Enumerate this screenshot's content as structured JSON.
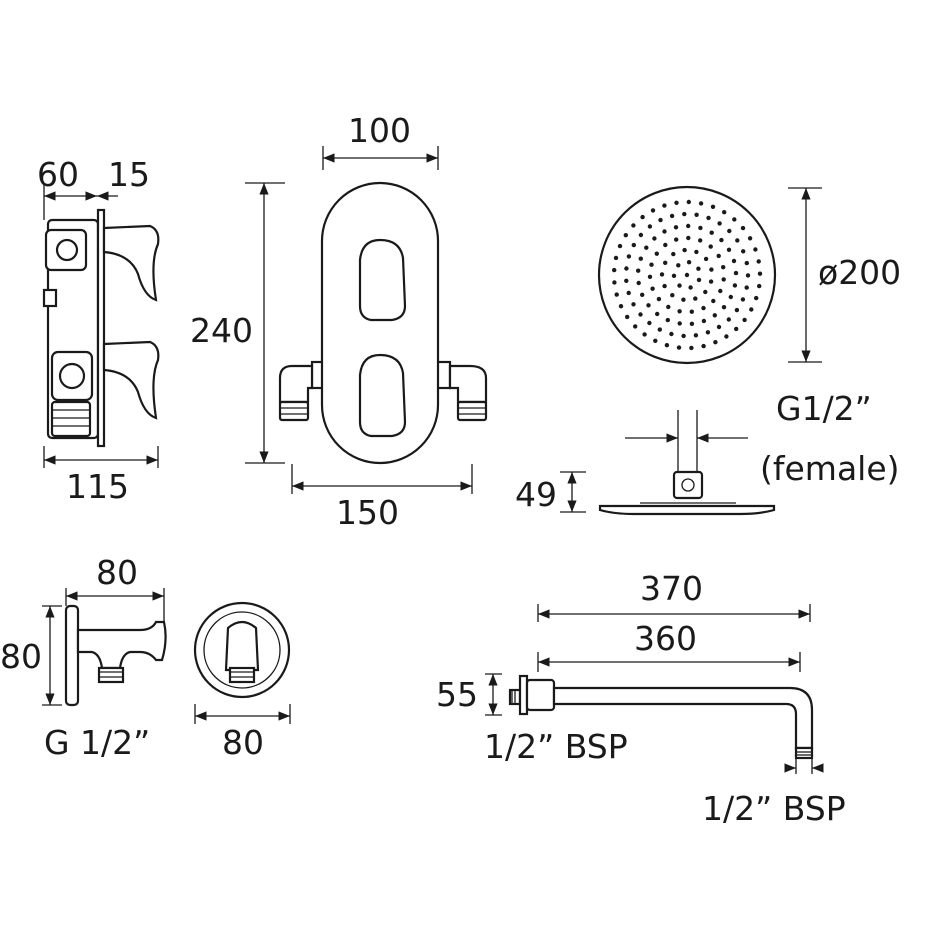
{
  "colors": {
    "ink": "#1a1a1a",
    "background": "#ffffff"
  },
  "valve": {
    "depth_60": "60",
    "plate_15": "15",
    "total_115": "115"
  },
  "faceplate": {
    "width": "100",
    "height": "240",
    "outer_width": "150"
  },
  "shower_head": {
    "diameter": "ø200",
    "inlet_line1": "G1/2”",
    "inlet_line2": "(female)",
    "height": "49"
  },
  "outlet_elbow": {
    "width": "80",
    "height": "80",
    "thread": "G 1/2”",
    "rose": "80"
  },
  "shower_arm": {
    "length_overall": "370",
    "length_arm": "360",
    "rose_height": "55",
    "inlet_thread": "1/2” BSP",
    "outlet_thread": "1/2” BSP"
  }
}
